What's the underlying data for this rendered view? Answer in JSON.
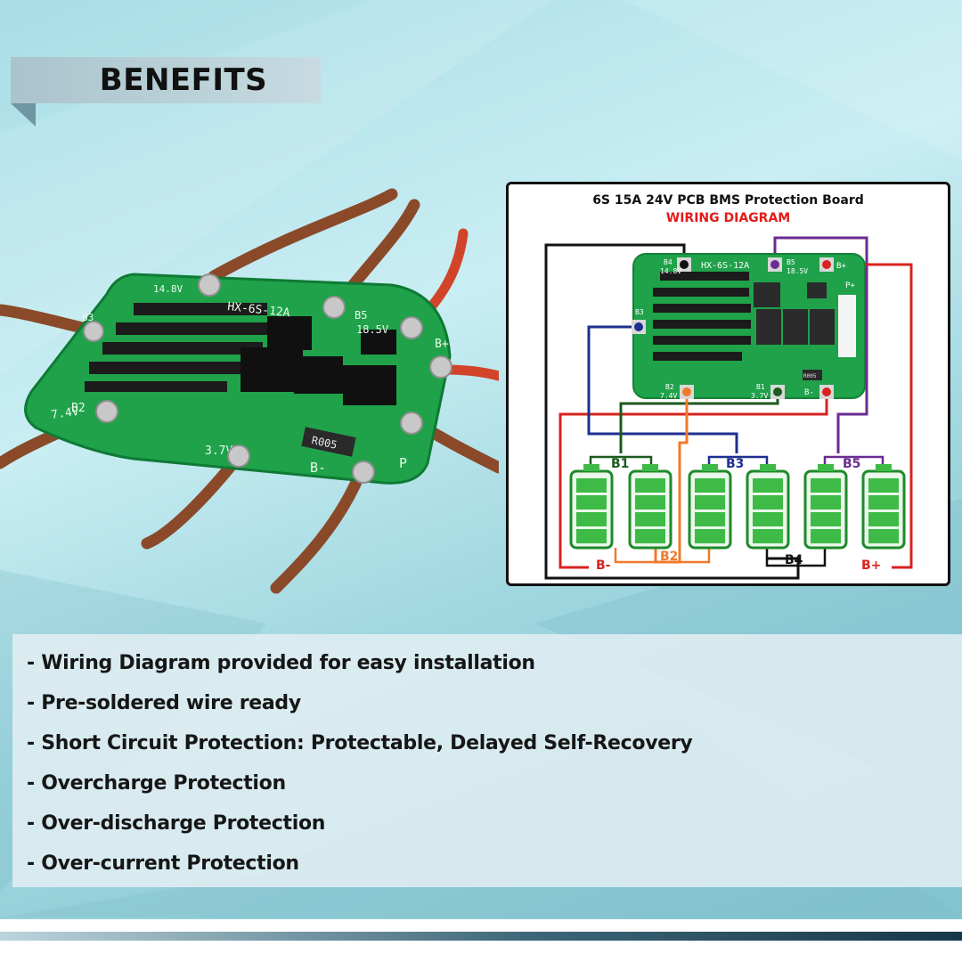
{
  "header": {
    "title": "BENEFITS"
  },
  "diagram": {
    "title": "6S 15A 24V PCB BMS Protection Board",
    "subtitle": "WIRING DIAGRAM",
    "board_model": "HX-6S-12A",
    "resistor_label": "R005",
    "pads": [
      {
        "name": "B4",
        "voltage": "14.8V"
      },
      {
        "name": "B5",
        "voltage": "18.5V"
      },
      {
        "name": "B2",
        "voltage": "7.4V"
      },
      {
        "name": "B1",
        "voltage": "3.7V"
      },
      {
        "name": "B3",
        "voltage": ""
      },
      {
        "name": "B+",
        "voltage": ""
      },
      {
        "name": "B-",
        "voltage": ""
      },
      {
        "name": "P+",
        "voltage": ""
      }
    ],
    "battery_labels": [
      "B1",
      "B2",
      "B3",
      "B4",
      "B5",
      "B-",
      "B+"
    ],
    "colors": {
      "black": "#111111",
      "purple": "#6b2c91",
      "red": "#d7231f",
      "blue": "#1f2f8f",
      "green": "#1d5a1f",
      "orange": "#f07a2a",
      "pcb": "#1fa24a",
      "battery": "#3dbb46"
    }
  },
  "photo": {
    "board_model": "HX-6S-12A",
    "labels": [
      "14.8V",
      "B5",
      "18.5V",
      "B+",
      "B2",
      "7.4V",
      "3.7V",
      "B-",
      "P",
      "B3",
      "R005"
    ]
  },
  "features": [
    "- Wiring Diagram provided for easy installation",
    "- Pre-soldered wire ready",
    "- Short Circuit Protection: Protectable, Delayed Self-Recovery",
    "- Overcharge Protection",
    "- Over-discharge Protection",
    "- Over-current Protection"
  ]
}
